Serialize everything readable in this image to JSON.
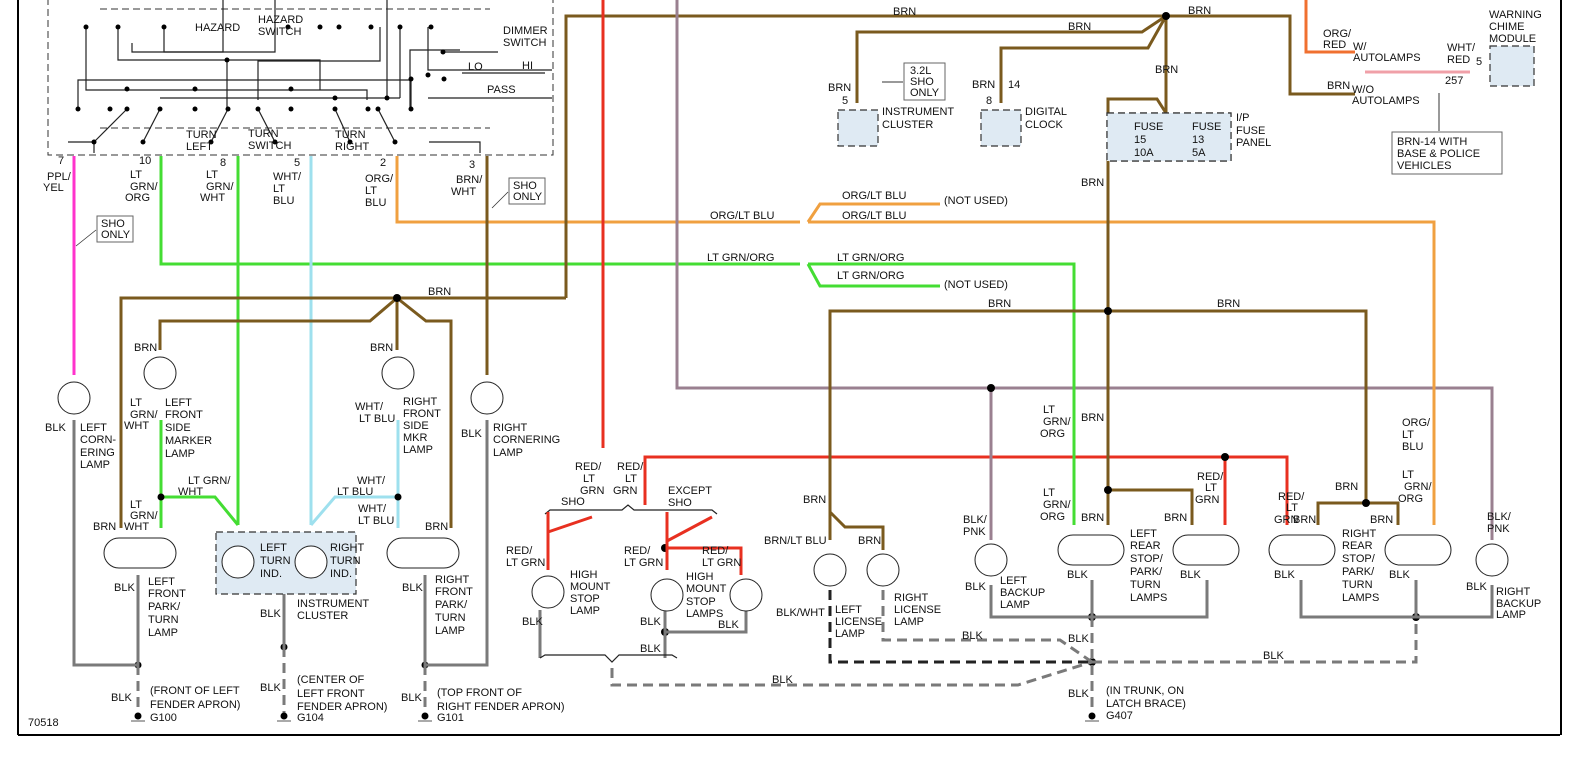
{
  "diagram": {
    "id_label": "70518",
    "switch": {
      "hazard": "HAZARD",
      "hazard_switch": [
        "HAZARD",
        "SWITCH"
      ],
      "dimmer_switch": [
        "DIMMER",
        "SWITCH"
      ],
      "lo": "LO",
      "hi": "HI",
      "pass": "PASS",
      "turn_left": [
        "TURN",
        "LEFT"
      ],
      "turn_switch": [
        "TURN",
        "SWITCH"
      ],
      "turn_right": [
        "TURN",
        "RIGHT"
      ]
    },
    "pins": [
      {
        "pin": "7",
        "wire": [
          "PPL/",
          "YEL"
        ]
      },
      {
        "pin": "10",
        "wire": [
          "LT",
          "GRN/",
          "ORG"
        ]
      },
      {
        "pin": "8",
        "wire": [
          "LT",
          "GRN/",
          "WHT"
        ]
      },
      {
        "pin": "5",
        "wire": [
          "WHT/",
          "LT",
          "BLU"
        ]
      },
      {
        "pin": "2",
        "wire": [
          "ORG/",
          "LT",
          "BLU"
        ]
      },
      {
        "pin": "3",
        "wire": [
          "BRN/",
          "WHT"
        ]
      }
    ],
    "notes": {
      "sho_only": [
        "SHO",
        "ONLY"
      ],
      "sho_32": [
        "3.2L",
        "SHO",
        "ONLY"
      ],
      "brn14": [
        "BRN-14 WITH",
        "BASE & POLICE",
        "VEHICLES"
      ]
    },
    "wire_labels": {
      "brn": "BRN",
      "blk": "BLK",
      "blk_pnk": [
        "BLK/",
        "PNK"
      ],
      "blk_wht": "BLK/WHT",
      "org_lt_blu": "ORG/LT BLU",
      "lt_grn_org": "LT GRN/ORG",
      "brn_lt_blu": "BRN/LT BLU",
      "org_red": [
        "ORG/",
        "RED"
      ],
      "wht_red": [
        "WHT/",
        "RED"
      ],
      "circuit_257": "257",
      "red_lt_grn_3": [
        "RED/",
        "LT",
        "GRN"
      ],
      "red_lt_grn_2": [
        "RED/",
        "LT GRN"
      ],
      "lt_grn_wht_3": [
        "LT",
        "GRN/",
        "WHT"
      ],
      "lt_grn_wht_2": [
        "LT GRN/",
        "WHT"
      ],
      "wht_lt_blu": [
        "WHT/",
        "LT BLU"
      ],
      "lt_grn_org_3": [
        "LT",
        "GRN/",
        "ORG"
      ],
      "org_lt_blu_3": [
        "ORG/",
        "LT",
        "BLU"
      ],
      "not_used": "(NOT USED)",
      "sho": "SHO",
      "except_sho": [
        "EXCEPT",
        "SHO"
      ]
    },
    "components": {
      "instrument_cluster": {
        "pin": "5",
        "name": [
          "INSTRUMENT",
          "CLUSTER"
        ]
      },
      "digital_clock": {
        "pins": [
          "8",
          "14"
        ],
        "name": [
          "DIGITAL",
          "CLOCK"
        ]
      },
      "fuse_panel": {
        "name": [
          "I/P",
          "FUSE",
          "PANEL"
        ],
        "fuses": [
          {
            "label": "FUSE",
            "num": "15",
            "amp": "10A"
          },
          {
            "label": "FUSE",
            "num": "13",
            "amp": "5A"
          }
        ]
      },
      "warning_chime": {
        "pin": "5",
        "name": [
          "WARNING",
          "CHIME",
          "MODULE"
        ]
      },
      "autolamps": {
        "with": [
          "W/",
          "AUTOLAMPS"
        ],
        "without": [
          "W/O",
          "AUTOLAMPS"
        ]
      },
      "left_cornering": [
        "LEFT",
        "CORN-",
        "ERING",
        "LAMP"
      ],
      "left_front_marker": [
        "LEFT",
        "FRONT",
        "SIDE",
        "MARKER",
        "LAMP"
      ],
      "right_front_marker": [
        "RIGHT",
        "FRONT",
        "SIDE",
        "MKR",
        "LAMP"
      ],
      "right_cornering": [
        "RIGHT",
        "CORNERING",
        "LAMP"
      ],
      "left_front_park": [
        "LEFT",
        "FRONT",
        "PARK/",
        "TURN",
        "LAMP"
      ],
      "right_front_park": [
        "RIGHT",
        "FRONT",
        "PARK/",
        "TURN",
        "LAMP"
      ],
      "left_turn_ind": [
        "LEFT",
        "TURN",
        "IND."
      ],
      "right_turn_ind": [
        "RIGHT",
        "TURN",
        "IND."
      ],
      "cluster_bottom": [
        "INSTRUMENT",
        "CLUSTER"
      ],
      "high_mount_1": [
        "HIGH",
        "MOUNT",
        "STOP",
        "LAMP"
      ],
      "high_mount_2": [
        "HIGH",
        "MOUNT",
        "STOP",
        "LAMPS"
      ],
      "left_license": [
        "LEFT",
        "LICENSE",
        "LAMP"
      ],
      "right_license": [
        "RIGHT",
        "LICENSE",
        "LAMP"
      ],
      "left_backup": [
        "LEFT",
        "BACKUP",
        "LAMP"
      ],
      "left_rear": [
        "LEFT",
        "REAR",
        "STOP/",
        "PARK/",
        "TURN",
        "LAMPS"
      ],
      "right_rear": [
        "RIGHT",
        "REAR",
        "STOP/",
        "PARK/",
        "TURN",
        "LAMPS"
      ],
      "right_backup": [
        "RIGHT",
        "BACKUP",
        "LAMP"
      ]
    },
    "grounds": [
      {
        "id": "G100",
        "loc": [
          "(FRONT OF LEFT",
          "FENDER APRON)"
        ]
      },
      {
        "id": "G104",
        "loc": [
          "(CENTER OF",
          "LEFT FRONT",
          "FENDER APRON)"
        ]
      },
      {
        "id": "G101",
        "loc": [
          "(TOP FRONT OF",
          "RIGHT FENDER APRON)"
        ]
      },
      {
        "id": "G407",
        "loc": [
          "(IN TRUNK, ON",
          "LATCH BRACE)"
        ]
      }
    ],
    "wire_colors": {
      "brn": "#7a5a1e",
      "blk": "#7a7a7a",
      "ppl_yel": "#ff33cc",
      "lt_grn": "#44dd33",
      "lt_blu": "#9ee0ee",
      "org": "#f0a040",
      "red": "#e83020",
      "blk_pnk": "#9a8090",
      "pink": "#f0a0a8"
    }
  }
}
